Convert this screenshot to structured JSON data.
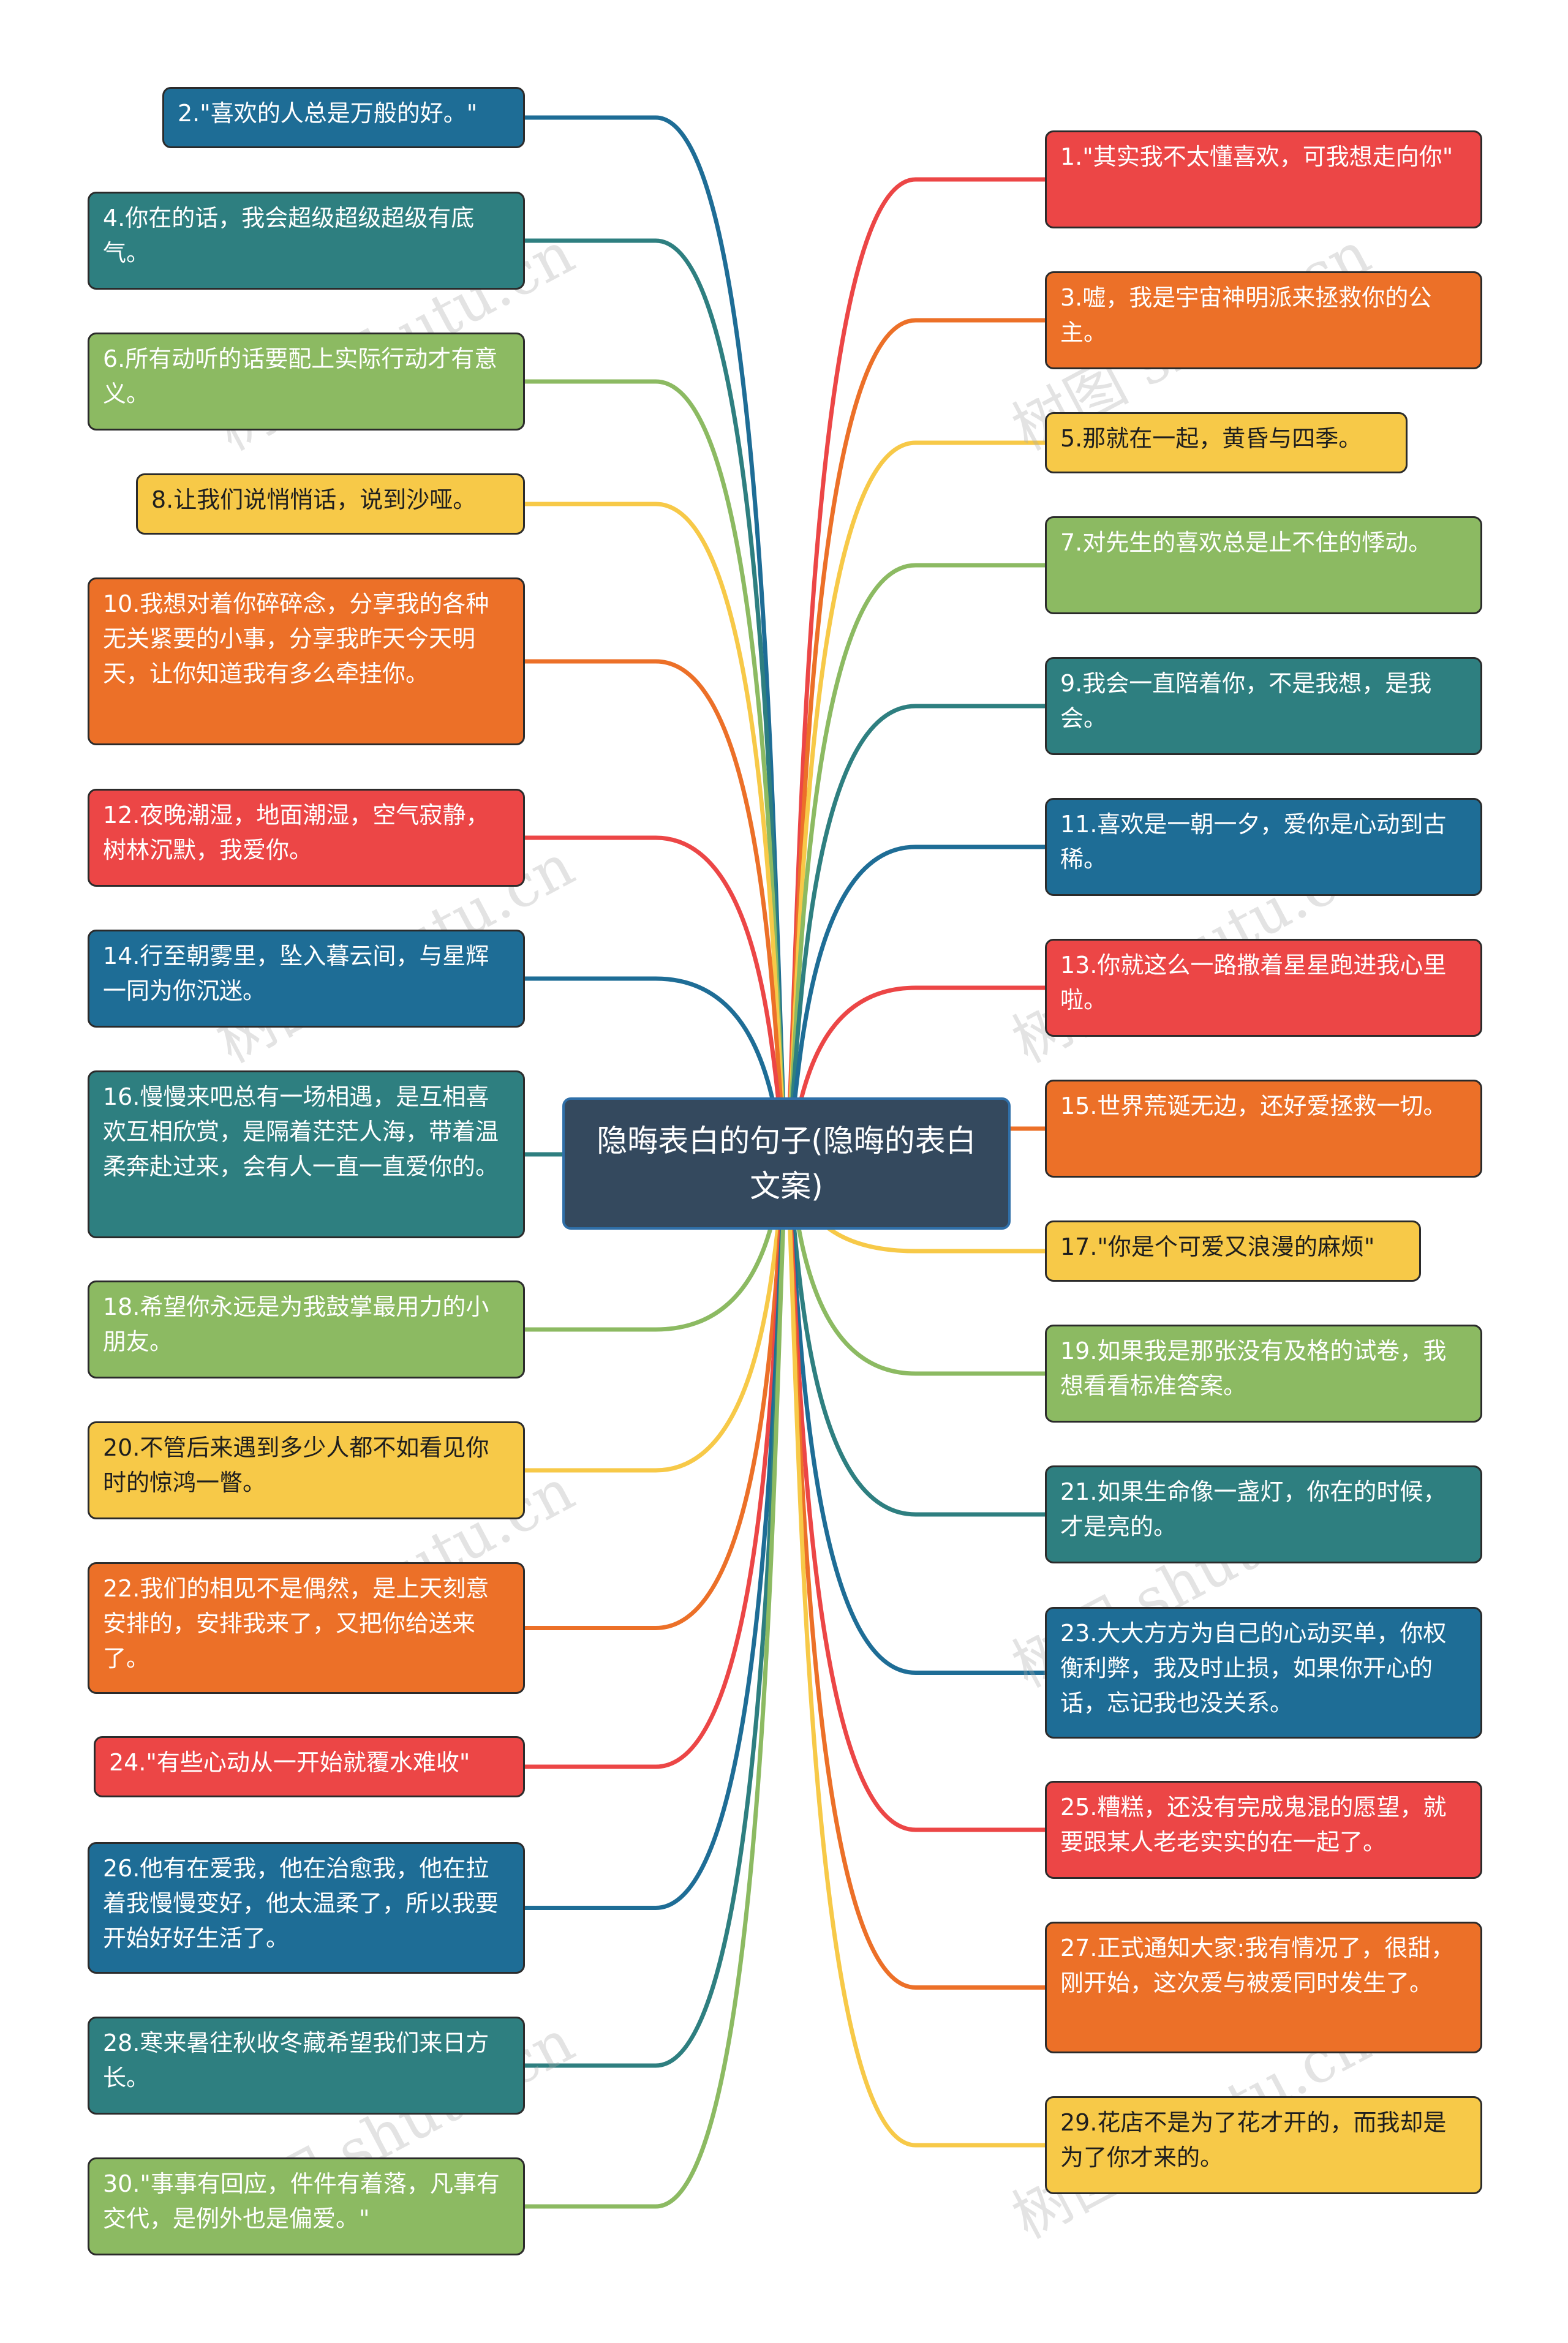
{
  "center": {
    "label": "隐晦表白的句子(隐晦的表白文案)"
  },
  "colors": {
    "blue": "#1e6d96",
    "teal": "#2e7f80",
    "green": "#8cba62",
    "yellow": "#f7c948",
    "orange": "#ec7028",
    "red": "#ec4646"
  },
  "watermark": "树图 shutu.cn",
  "left_nodes": [
    {
      "label": "2.\"喜欢的人总是万般的好。\"",
      "color": "blue"
    },
    {
      "label": "4.你在的话，我会超级超级超级有底气。",
      "color": "teal"
    },
    {
      "label": "6.所有动听的话要配上实际行动才有意义。",
      "color": "green"
    },
    {
      "label": "8.让我们说悄悄话，说到沙哑。",
      "color": "yellow"
    },
    {
      "label": "10.我想对着你碎碎念，分享我的各种无关紧要的小事，分享我昨天今天明天，让你知道我有多么牵挂你。",
      "color": "orange"
    },
    {
      "label": "12.夜晚潮湿，地面潮湿，空气寂静，树林沉默，我爱你。",
      "color": "red"
    },
    {
      "label": "14.行至朝雾里，坠入暮云间，与星辉一同为你沉迷。",
      "color": "blue"
    },
    {
      "label": "16.慢慢来吧总有一场相遇，是互相喜欢互相欣赏，是隔着茫茫人海，带着温柔奔赴过来，会有人一直一直爱你的。",
      "color": "teal"
    },
    {
      "label": "18.希望你永远是为我鼓掌最用力的小朋友。",
      "color": "green"
    },
    {
      "label": "20.不管后来遇到多少人都不如看见你时的惊鸿一瞥。",
      "color": "yellow"
    },
    {
      "label": "22.我们的相见不是偶然，是上天刻意安排的，安排我来了，又把你给送来了。",
      "color": "orange"
    },
    {
      "label": "24.\"有些心动从一开始就覆水难收\"",
      "color": "red"
    },
    {
      "label": "26.他有在爱我，他在治愈我，他在拉着我慢慢变好，他太温柔了，所以我要开始好好生活了。",
      "color": "blue"
    },
    {
      "label": "28.寒来暑往秋收冬藏希望我们来日方长。",
      "color": "teal"
    },
    {
      "label": "30.\"事事有回应，件件有着落，凡事有交代，是例外也是偏爱。\"",
      "color": "green"
    }
  ],
  "right_nodes": [
    {
      "label": "1.\"其实我不太懂喜欢，可我想走向你\"",
      "color": "red"
    },
    {
      "label": "3.嘘，我是宇宙神明派来拯救你的公主。",
      "color": "orange"
    },
    {
      "label": "5.那就在一起，黄昏与四季。",
      "color": "yellow"
    },
    {
      "label": "7.对先生的喜欢总是止不住的悸动。",
      "color": "green"
    },
    {
      "label": "9.我会一直陪着你，不是我想，是我会。",
      "color": "teal"
    },
    {
      "label": "11.喜欢是一朝一夕，爱你是心动到古稀。",
      "color": "blue"
    },
    {
      "label": "13.你就这么一路撒着星星跑进我心里啦。",
      "color": "red"
    },
    {
      "label": "15.世界荒诞无边，还好爱拯救一切。",
      "color": "orange"
    },
    {
      "label": "17.\"你是个可爱又浪漫的麻烦\"",
      "color": "yellow"
    },
    {
      "label": "19.如果我是那张没有及格的试卷，我想看看标准答案。",
      "color": "green"
    },
    {
      "label": "21.如果生命像一盏灯，你在的时候，才是亮的。",
      "color": "teal"
    },
    {
      "label": "23.大大方方为自己的心动买单，你权衡利弊，我及时止损，如果你开心的话，忘记我也没关系。",
      "color": "blue"
    },
    {
      "label": "25.糟糕，还没有完成鬼混的愿望，就要跟某人老老实实的在一起了。",
      "color": "red"
    },
    {
      "label": "27.正式通知大家:我有情况了，很甜，刚开始，这次爱与被爱同时发生了。",
      "color": "orange"
    },
    {
      "label": "29.花店不是为了花才开的，而我却是为了你才来的。",
      "color": "yellow"
    }
  ]
}
